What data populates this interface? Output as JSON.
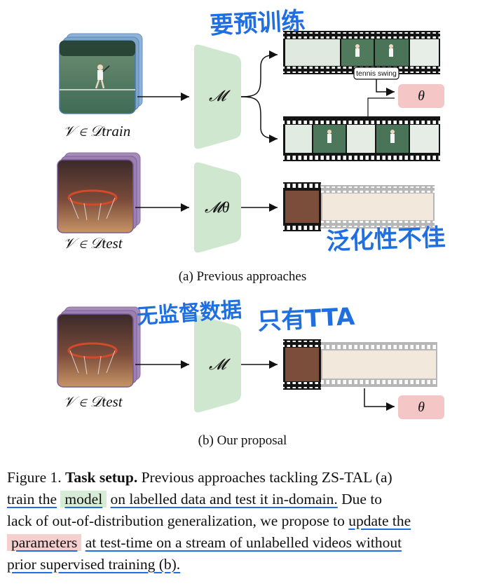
{
  "panel_a": {
    "train_input_label": "𝒱 ∈ 𝒟train",
    "test_input_label": "𝒱 ∈ 𝒟test",
    "model_label": "𝓜",
    "model_theta_label": "𝓜θ",
    "param_label": "θ",
    "class_tag": "tennis swing",
    "caption": "(a) Previous approaches",
    "handwritten_top": "要预训练",
    "handwritten_bottom": "泛化性不佳"
  },
  "panel_b": {
    "test_input_label": "𝒱 ∈ 𝒟test",
    "model_label": "𝓜",
    "param_label": "θ",
    "caption": "(b) Our proposal",
    "handwritten_left": "无监督数据",
    "handwritten_right": "只有TTA"
  },
  "colors": {
    "model_fill": "#cfe6cf",
    "theta_fill": "#f4c6c6",
    "annotation_blue": "#1f6fe0"
  },
  "caption": {
    "line1_a": "Figure 1.",
    "line1_bold": "Task setup.",
    "line1_b": "Previous approaches tackling ZS-TAL (a)",
    "line2_u1": "train the",
    "line2_hl": "model",
    "line2_u2": "on labelled data and test it in-domain.",
    "line2_b": "Due to",
    "line3_a": "lack of out-of-distribution generalization, we propose to",
    "line3_u": "update the",
    "line4_hl": "parameters",
    "line4_u": "at test-time on a stream of unlabelled videos without",
    "line5_u": "prior supervised training (b)."
  }
}
